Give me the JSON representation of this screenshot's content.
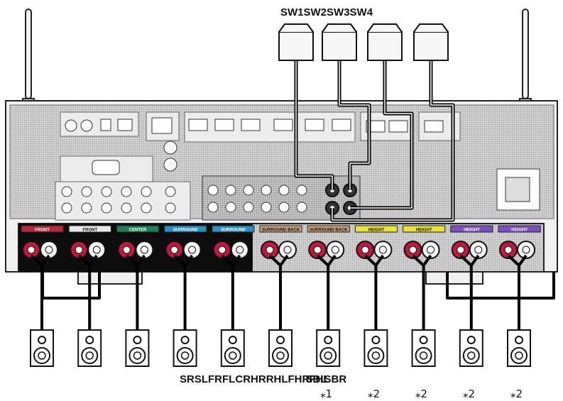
{
  "subwoofers": {
    "labels": [
      "SW1",
      "SW2",
      "SW3",
      "SW4"
    ]
  },
  "speakers": {
    "labels": [
      "SR",
      "SL",
      "FR",
      "FL",
      "C",
      "RHR",
      "RHL",
      "FHR",
      "FHL",
      "SBL",
      "SBR"
    ],
    "notes": [
      "⁎1",
      "⁎2",
      "⁎2",
      "⁎2",
      "⁎2"
    ]
  },
  "terminal_sections": [
    {
      "label": "FRONT",
      "color": "#b5273a"
    },
    {
      "label": "FRONT",
      "color": "#e9e9e9"
    },
    {
      "label": "CENTER",
      "color": "#1f7f55"
    },
    {
      "label": "SURROUND",
      "color": "#2c8fc3"
    },
    {
      "label": "SURROUND",
      "color": "#2c8fc3"
    },
    {
      "label": "SURROUND BACK",
      "color": "#c8a07c"
    },
    {
      "label": "SURROUND BACK",
      "color": "#c8a07c"
    },
    {
      "label": "HEIGHT",
      "color": "#e8e23a"
    },
    {
      "label": "HEIGHT",
      "color": "#e8e23a"
    },
    {
      "label": "HEIGHT",
      "color": "#7b4fc0"
    },
    {
      "label": "HEIGHT",
      "color": "#7b4fc0"
    }
  ]
}
